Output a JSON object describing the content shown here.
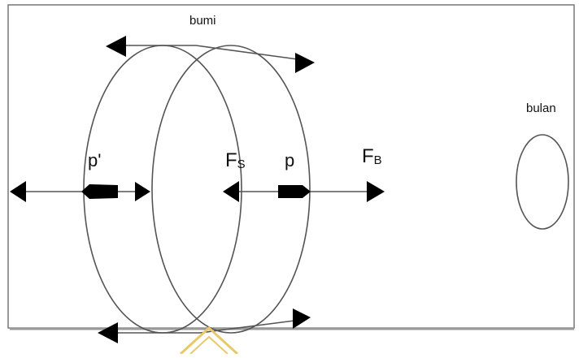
{
  "diagram": {
    "labels": {
      "earth": "bumi",
      "moon": "bulan",
      "point_near": "p",
      "point_far": "p'",
      "force_sun_main": "F",
      "force_sun_sub": "S",
      "force_moon_main": "F",
      "force_moon_sub": "B"
    },
    "colors": {
      "line": "#555555",
      "arrowhead": "#000000",
      "frame": "#555555",
      "watermark": "#e8c96a"
    }
  }
}
